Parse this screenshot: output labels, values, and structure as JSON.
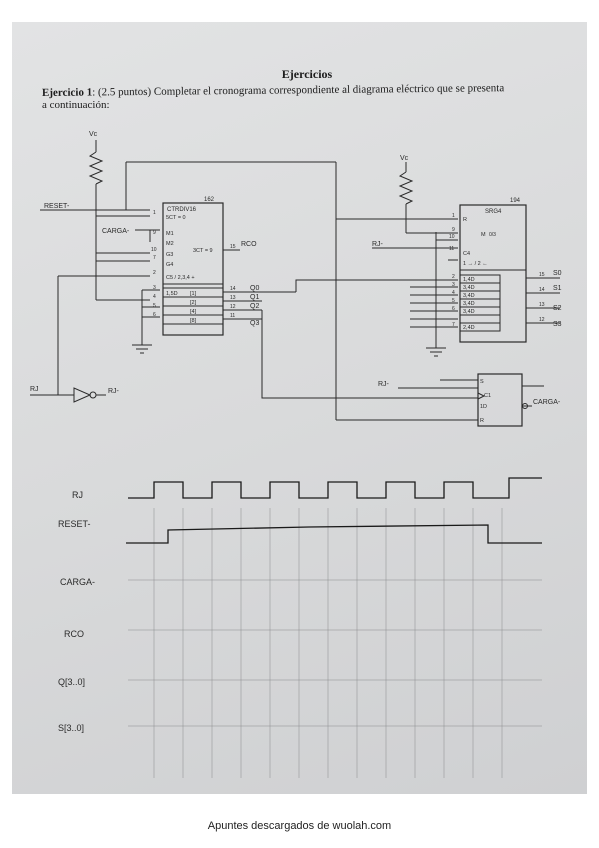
{
  "heading": "Ejercicios",
  "exercise": {
    "label": "Ejercicio 1",
    "points": ": (2.5 puntos)",
    "text_line1": " Completar el cronograma correspondiente al diagrama eléctrico que se presenta",
    "text_line2": "a continuación:"
  },
  "circuit": {
    "vcc_left": "Vc",
    "vcc_right": "Vc",
    "reset_in": "RESET-",
    "carga_in": "CARGA-",
    "rj_in": "RJ",
    "rj_out": "RJ-",
    "rj_right1": "RJ-",
    "rj_right2": "RJ-",
    "carga_out": "CARGA-",
    "counter": {
      "ref": "162",
      "name": "CTRDIV16",
      "pins": {
        "p1": "1",
        "p9": "9",
        "p10": "10",
        "p7": "7",
        "p2": "2",
        "p3": "3",
        "p4": "4",
        "p5": "5",
        "p6": "6",
        "p14": "14",
        "p13": "13",
        "p12": "12",
        "p11": "11",
        "p15": "15"
      },
      "labels": {
        "ct0": "5CT = 0",
        "m1": "M1",
        "m2": "M2",
        "g3": "G3",
        "g4": "G4",
        "c5": "C5 / 2,3,4 +",
        "d1": "1,5D",
        "b1": "[1]",
        "b2": "[2]",
        "b4": "[4]",
        "b8": "[8]",
        "ct15": "3CT = 9",
        "rco": "RCO"
      },
      "outputs": [
        "Q0",
        "Q1",
        "Q2",
        "Q3"
      ]
    },
    "register": {
      "ref": "194",
      "name": "SRG4",
      "pins": {
        "p1": "1",
        "p9": "9",
        "p10": "10",
        "p11": "11",
        "p2": "2",
        "p3": "3",
        "p4": "4",
        "p5": "5",
        "p6": "6",
        "p7": "7",
        "p15": "15",
        "p14": "14",
        "p13": "13",
        "p12": "12"
      },
      "labels": {
        "r": "R",
        "m": "M",
        "m_frac": "0/3",
        "c4": "C4",
        "shift": "1 → / 2 ←",
        "d1": "1,4D",
        "d3a": "3,4D",
        "d3b": "3,4D",
        "d3c": "3,4D",
        "d3d": "3,4D",
        "d2": "2,4D"
      },
      "outputs": [
        "S0",
        "S1",
        "S2",
        "S3"
      ]
    },
    "flipflop": {
      "labels": {
        "s": "S",
        "c1": "C1",
        "d": "1D",
        "r": "R"
      }
    }
  },
  "timing": {
    "signals": [
      "RJ",
      "RESET-",
      "CARGA-",
      "RCO",
      "Q[3..0]",
      "S[3..0]"
    ]
  },
  "footer": "Apuntes descargados de wuolah.com"
}
